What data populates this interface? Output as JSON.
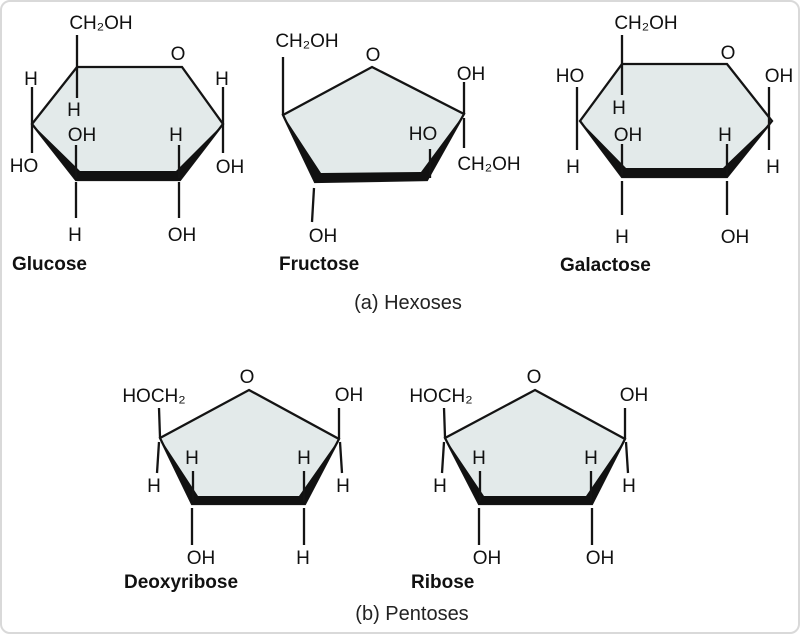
{
  "panel": {
    "caption_a": "(a) Hexoses",
    "caption_b": "(b) Pentoses"
  },
  "colors": {
    "ring_fill": "#e3eaea",
    "bond": "#141414",
    "panel_border": "#d9d9d9"
  },
  "glucose": {
    "name": "Glucose",
    "top_group": "CH₂OH",
    "ring_oxygen": "O",
    "left_top": "H",
    "left_bottom": "HO",
    "inner_top": "H",
    "inner_left": "OH",
    "inner_right": "H",
    "right_top": "H",
    "right_bottom": "OH",
    "bottom_left": "H",
    "bottom_right": "OH"
  },
  "fructose": {
    "name": "Fructose",
    "left_group": "CH₂OH",
    "ring_oxygen": "O",
    "right_top": "OH",
    "inner_right": "HO",
    "right_side_group": "CH₂OH",
    "bottom_left": "OH"
  },
  "galactose": {
    "name": "Galactose",
    "top_group": "CH₂OH",
    "ring_oxygen": "O",
    "left_top": "HO",
    "left_bottom": "H",
    "inner_top": "H",
    "inner_left": "OH",
    "inner_right": "H",
    "right_top": "OH",
    "right_bottom": "H",
    "bottom_left": "H",
    "bottom_right": "OH"
  },
  "deoxyribose": {
    "name": "Deoxyribose",
    "ring_oxygen": "O",
    "left_group": "HOCH₂",
    "right_top": "OH",
    "left_outer": "H",
    "right_outer": "H",
    "inner_left": "H",
    "inner_right": "H",
    "bottom_left": "OH",
    "bottom_right": "H"
  },
  "ribose": {
    "name": "Ribose",
    "ring_oxygen": "O",
    "left_group": "HOCH₂",
    "right_top": "OH",
    "left_outer": "H",
    "right_outer": "H",
    "inner_left": "H",
    "inner_right": "H",
    "bottom_left": "OH",
    "bottom_right": "OH"
  }
}
